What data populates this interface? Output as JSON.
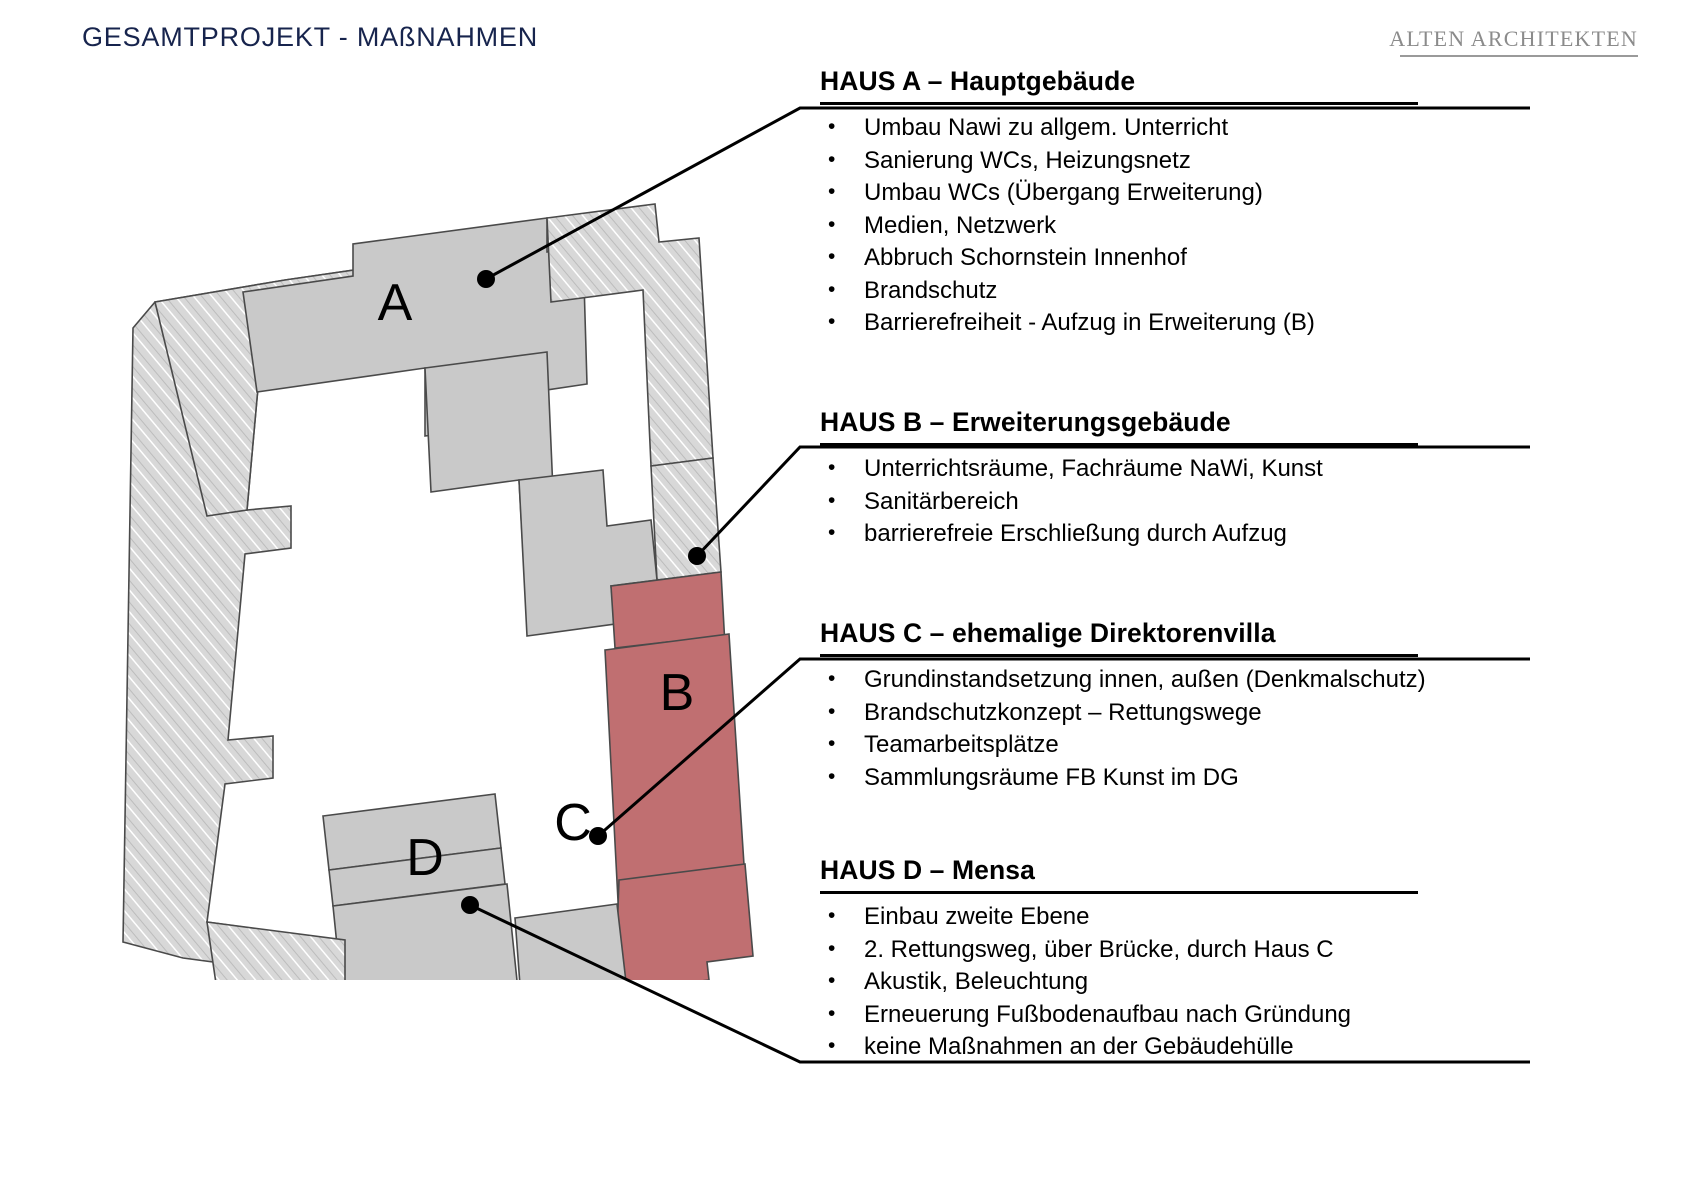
{
  "header": {
    "title": "GESAMTPROJEKT - MAßNAHMEN",
    "title_color": "#17244d",
    "logo": "Alten Architekten",
    "logo_color": "#8b8b8b"
  },
  "plan": {
    "name": "site-floor-plan",
    "labels": [
      {
        "id": "A",
        "text": "A"
      },
      {
        "id": "B",
        "text": "B"
      },
      {
        "id": "C",
        "text": "C"
      },
      {
        "id": "D",
        "text": "D"
      }
    ],
    "colors": {
      "hatched_wall": "#d9d9d9",
      "solid_gray": "#c9c9c9",
      "highlight_red": "#c06f71",
      "outline": "#3a3a3a"
    }
  },
  "blocks": [
    {
      "key": "A",
      "heading": "HAUS A  –  Hauptgebäude",
      "items": [
        "Umbau Nawi zu allgem. Unterricht",
        "Sanierung WCs, Heizungsnetz",
        "Umbau WCs (Übergang Erweiterung)",
        "Medien, Netzwerk",
        "Abbruch Schornstein Innenhof",
        "Brandschutz",
        "Barrierefreiheit - Aufzug in Erweiterung (B)"
      ]
    },
    {
      "key": "B",
      "heading": "HAUS B  –  Erweiterungsgebäude",
      "items": [
        "Unterrichtsräume, Fachräume NaWi, Kunst",
        "Sanitärbereich",
        "barrierefreie Erschließung durch Aufzug"
      ]
    },
    {
      "key": "C",
      "heading": "HAUS C  –  ehemalige Direktorenvilla",
      "items": [
        "Grundinstandsetzung innen, außen (Denkmalschutz)",
        "Brandschutzkonzept – Rettungswege",
        "Teamarbeitsplätze",
        "Sammlungsräume FB Kunst im DG"
      ]
    },
    {
      "key": "D",
      "heading": "HAUS D  –  Mensa",
      "items": [
        "Einbau zweite Ebene",
        "2. Rettungsweg, über Brücke, durch Haus C",
        "Akustik, Beleuchtung",
        "Erneuerung Fußbodenaufbau nach Gründung",
        "keine Maßnahmen an der Gebäudehülle"
      ]
    }
  ]
}
